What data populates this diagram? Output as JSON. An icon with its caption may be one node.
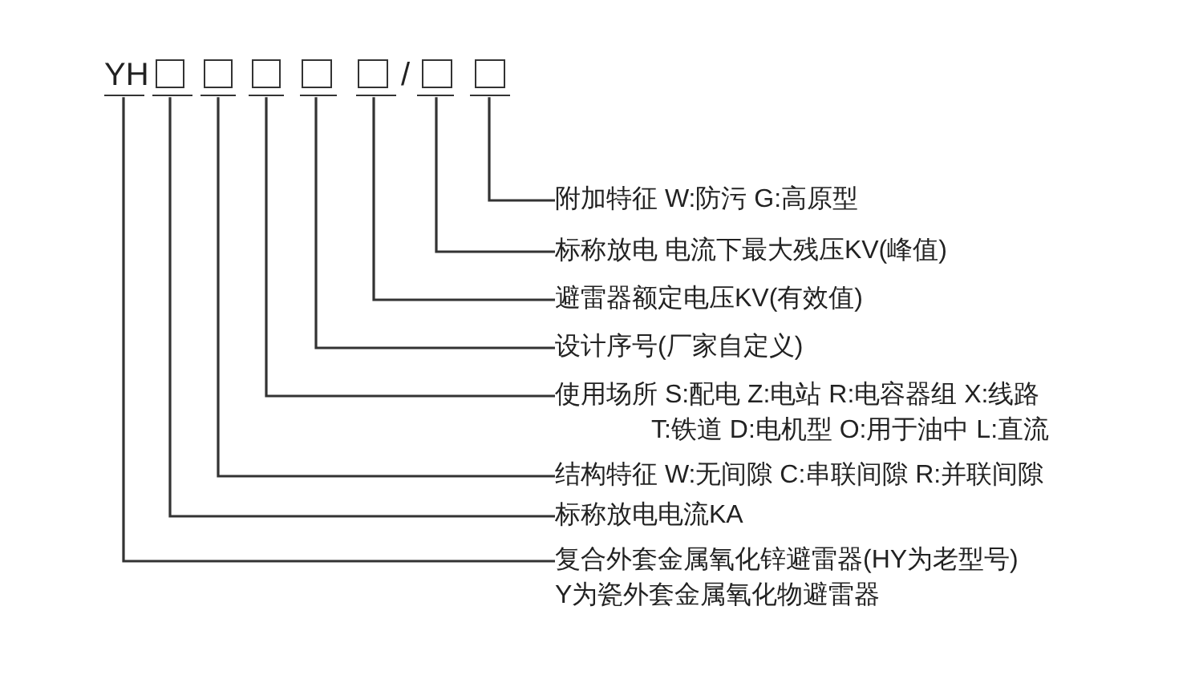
{
  "diagram": {
    "nodes": [
      {
        "text": [
          "YH"
        ]
      },
      {
        "text": [],
        "shape": "box"
      },
      {
        "text": [],
        "shape": "box"
      },
      {
        "text": [],
        "shape": "box"
      },
      {
        "text": [],
        "shape": "box"
      },
      {
        "text": [],
        "shape": "box"
      },
      {
        "text": [],
        "shape": "box"
      },
      {
        "text": [],
        "shape": "box"
      },
      {
        "text": [
          "附加特征 W:防污 G:高原型"
        ]
      },
      {
        "text": [
          "标称放电 电流下最大残压KV(峰值)"
        ]
      },
      {
        "text": [
          "避雷器额定电压KV(有效值)"
        ]
      },
      {
        "text": [
          "设计序号(厂家自定义)"
        ]
      },
      {
        "text": [
          "使用场所 S:配电 Z:电站 R:电容器组 X:线路 T:铁道 D:电机型 O:用于油中 L:直流"
        ]
      },
      {
        "text": [
          "结构特征 W:无间隙 C:串联间隙 R:并联间隙"
        ]
      },
      {
        "text": [
          "标称放电电流KA"
        ]
      },
      {
        "text": [
          "复合外套金属氧化锌避雷器(HY为老型号)",
          "Y为瓷外套金属氧化物避雷器"
        ]
      }
    ],
    "edges": [
      {
        "from": 7,
        "to": 8,
        "arrow": "none"
      },
      {
        "from": 6,
        "to": 9,
        "arrow": "none"
      },
      {
        "from": 5,
        "to": 10,
        "arrow": "none"
      },
      {
        "from": 4,
        "to": 11,
        "arrow": "none"
      },
      {
        "from": 3,
        "to": 12,
        "arrow": "none"
      },
      {
        "from": 2,
        "to": 13,
        "arrow": "none"
      },
      {
        "from": 1,
        "to": 14,
        "arrow": "none"
      },
      {
        "from": 0,
        "to": 15,
        "arrow": "none"
      }
    ],
    "labels": [
      "/"
    ]
  }
}
